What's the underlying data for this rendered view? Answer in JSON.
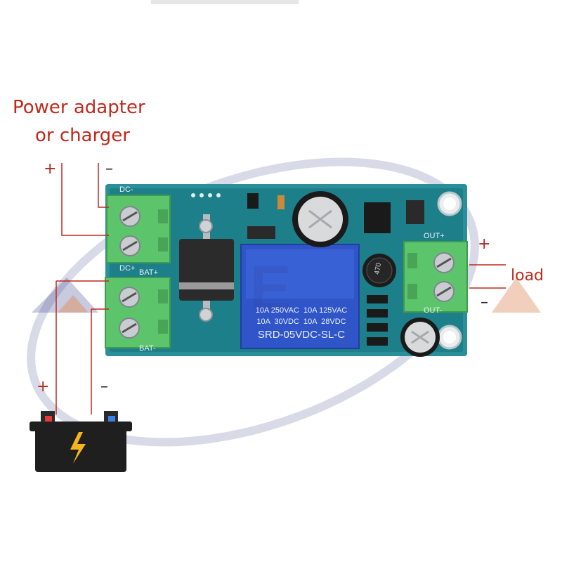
{
  "labels": {
    "power_line1": "Power adapter",
    "power_line2": "or charger",
    "power_plus": "+",
    "power_minus": "–",
    "load": "load",
    "load_plus": "+",
    "load_minus": "–",
    "battery_plus": "+",
    "battery_minus": "–"
  },
  "board": {
    "dc_minus": "DC-",
    "dc_plus": "DC+",
    "bat_plus": "BAT+",
    "bat_minus": "BAT-",
    "out_plus": "OUT+",
    "out_minus": "OUT-",
    "inductor_mark": "470"
  },
  "relay": {
    "line1": "10A 250VAC  10A 125VAC",
    "line2": "10A  30VDC  10A  28VDC",
    "model": "SRD-05VDC-SL-C"
  },
  "colors": {
    "pcb": "#1d7f8a",
    "terminal": "#5cc46a",
    "relay": "#2f55c8",
    "label_red": "#c0281c",
    "watermark": "#3a3f8c"
  }
}
